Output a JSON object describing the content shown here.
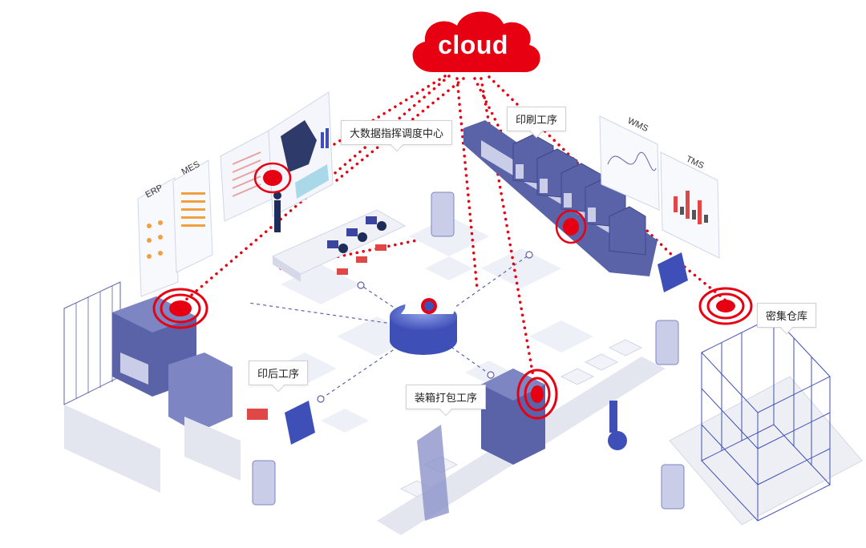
{
  "cloud": {
    "label": "cloud",
    "color": "#e60012"
  },
  "callouts": {
    "command_center": "大数据指挥调度中心",
    "printing": "印刷工序",
    "post_press": "印后工序",
    "packing": "装箱打包工序",
    "warehouse": "密集仓库"
  },
  "screens": {
    "erp": "ERP",
    "mes": "MES",
    "wms": "WMS",
    "tms": "TMS"
  },
  "colors": {
    "accent": "#e60012",
    "machine_blue": "#5b63a8",
    "machine_light": "#c9cde8",
    "floor_tile": "#eef0f8",
    "dot_line": "#e60012"
  },
  "icons": [
    "cloud-icon",
    "signal-ring-icon",
    "robot-icon",
    "hub-logo-icon",
    "rack-icon"
  ]
}
